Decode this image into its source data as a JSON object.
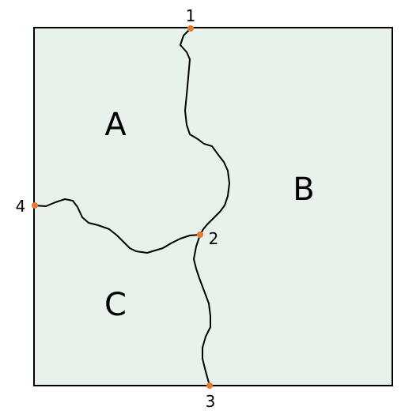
{
  "colors": {
    "fill": "#e6f2ea",
    "border": "#000000",
    "boundary": "#000000",
    "point": "#e87a2e"
  },
  "regions": [
    {
      "id": "a",
      "label": "A"
    },
    {
      "id": "b",
      "label": "B"
    },
    {
      "id": "c",
      "label": "C"
    }
  ],
  "points": [
    {
      "id": "1",
      "label": "1"
    },
    {
      "id": "2",
      "label": "2"
    },
    {
      "id": "3",
      "label": "3"
    },
    {
      "id": "4",
      "label": "4"
    }
  ]
}
